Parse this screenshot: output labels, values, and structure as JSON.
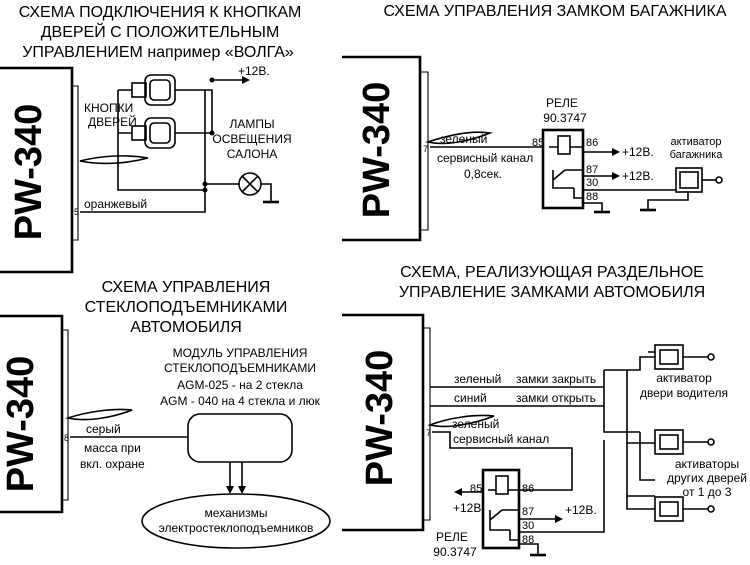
{
  "headings": {
    "doors": [
      "СХЕМА ПОДКЛЮЧЕНИЯ К КНОПКАМ",
      "ДВЕРЕЙ С ПОЛОЖИТЕЛЬНЫМ",
      "УПРАВЛЕНИЕМ  например  «ВОЛГА»"
    ],
    "trunk": "СХЕМА УПРАВЛЕНИЯ ЗАМКОМ БАГАЖНИКА",
    "windows": [
      "СХЕМА УПРАВЛЕНИЯ",
      "СТЕКЛОПОДЪЕМНИКАМИ",
      "АВТОМОБИЛЯ"
    ],
    "locks": [
      "СХЕМА, РЕАЛИЗУЮЩАЯ РАЗДЕЛЬНОЕ",
      "УПРАВЛЕНИЕ ЗАМКАМИ АВТОМОБИЛЯ"
    ]
  },
  "device_name": "PW-340",
  "doors_panel": {
    "plus12": "+12В.",
    "buttons_label": [
      "КНОПКИ",
      "ДВЕРЕЙ"
    ],
    "lamps_label": [
      "ЛАМПЫ",
      "ОСВЕЩЕНИЯ",
      "САЛОНА"
    ],
    "pin": "5",
    "wire": "оранжевый"
  },
  "trunk_panel": {
    "pin": "7",
    "wire": "зеленый",
    "channel": [
      "сервисный канал",
      "0,8сек."
    ],
    "relay_title": [
      "РЕЛЕ",
      "90.3747"
    ],
    "terminals": [
      "85",
      "86",
      "87",
      "30",
      "88"
    ],
    "plus12a": "+12В.",
    "plus12b": "+12В.",
    "actuator": [
      "активатор",
      "багажника"
    ]
  },
  "windows_panel": {
    "pin": "8",
    "wire": "серый",
    "ground_note": [
      "масса при",
      "вкл. охране"
    ],
    "module_title": [
      "МОДУЛЬ УПРАВЛЕНИЯ",
      "СТЕКЛОПОДЪЕМНИКАМИ"
    ],
    "models": [
      "AGM-025 - на 2 стекла",
      "AGM - 040 на 4 стекла и люк"
    ],
    "mechanisms": [
      "механизмы",
      "электростеклоподъемников"
    ]
  },
  "locks_panel": {
    "pin": "7",
    "wire_green": "зеленый",
    "wire_blue": "синий",
    "wire_service": "зеленый",
    "close": "замки закрыть",
    "open": "замки открыть",
    "service": "сервисный канал",
    "driver_actuator": [
      "активатор",
      "двери водителя"
    ],
    "other_actuators": [
      "активаторы",
      "других дверей",
      "от 1 до 3"
    ],
    "terminals": [
      "85",
      "86",
      "87",
      "30",
      "88"
    ],
    "plus12_left": "+12В.",
    "plus12_right": "+12В.",
    "relay_title": [
      "РЕЛЕ",
      "90.3747"
    ]
  }
}
